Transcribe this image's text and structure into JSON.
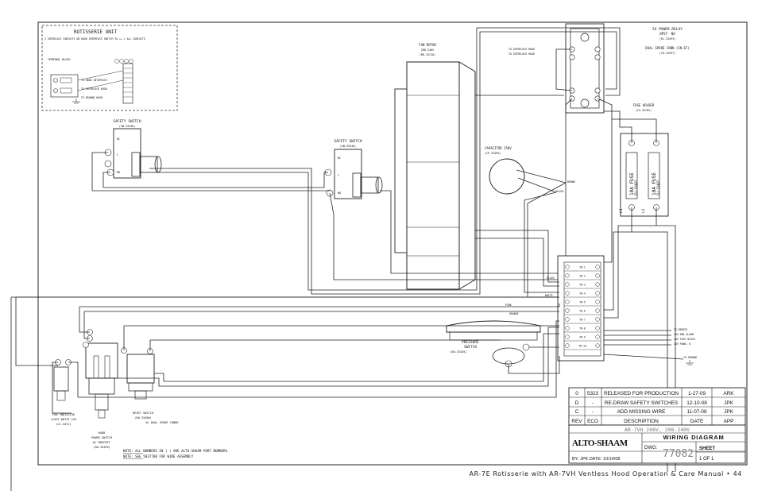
{
  "rotisserie": {
    "unit_title": "ROTISSERIE UNIT",
    "note": "2 INTERLOCK CONTACTS ON HOOD INTERFACE SWITCH TO ++ 1 ALL CONTACTS",
    "terminal_label": "TERMINAL BLOCK",
    "terminal_lines": [
      "TO HOOD INTERFACE",
      "TO INTERLOCK HOOD",
      "TO GROUND HOOD"
    ]
  },
  "safety_switch_1": {
    "title": "SAFETY SWITCH",
    "part": "(SW-33340)",
    "labels": [
      "NC",
      "C",
      "NO"
    ]
  },
  "safety_switch_2": {
    "title": "SAFETY SWITCH",
    "part": "(SW-33340)",
    "labels": [
      "NC",
      "C",
      "NO"
    ]
  },
  "fan_motor": {
    "title": "FAN MOTOR",
    "part1": "208-240V",
    "part2": "(MO-33726)"
  },
  "capacitor": {
    "title": "CAPACITOR 250V",
    "part": "(CP-33496)",
    "wire_labels": [
      "BROWN",
      "BLACK"
    ]
  },
  "relay": {
    "title": "24 POWER RELAY",
    "sub": "DPST- NO",
    "part": "(RL-33493)",
    "spare": "DUAL SPARE CONN (CN-67)",
    "spare_part": "(CR-33497)",
    "left_note_1": "TO INTERLOCK HOOD",
    "left_note_2": "TO INTERLOCK HOOD"
  },
  "fuse_holder": {
    "title": "FUSE HOLDER",
    "part": "(FS-33782)",
    "fuse_1": "10A FUSE",
    "fuse_1_part": "FU-33487",
    "fuse_2": "10A FUSE",
    "fuse_2_part": "FU-33487",
    "lead_1": "L1",
    "lead_2": "L2"
  },
  "terminal_block": {
    "rows": [
      "TB-1",
      "TB-2",
      "TB-3",
      "TB-4",
      "TB-5",
      "TB-6",
      "TB-7",
      "TB-8",
      "TB-9",
      "TB-10"
    ],
    "wire_labels": [
      "BLACK",
      "WHITE",
      "PINK",
      "ORANGE"
    ],
    "right_notes": [
      "TO REMOTE",
      "24V AND ALARM",
      "24V FACE BLOCK",
      "24V PANEL 0",
      "TO GROUND"
    ]
  },
  "pressure_switch": {
    "title": "PRESSURE",
    "sub": "SWITCH",
    "part": "(SW-33345)"
  },
  "fan_indicator": {
    "line1": "FAN INDICATOR",
    "line2": "LIGHT WHITE 24V",
    "part": "(LI-3472)"
  },
  "hood_power_switch": {
    "line1": "HOOD",
    "line2": "POWER SWITCH",
    "line3": "W/ BRACKET",
    "part": "(SW-33499)"
  },
  "reset_switch": {
    "line1": "RESET SWITCH",
    "part": "(SW-33480)",
    "spare": "W/ DUAL SPARE CONNS"
  },
  "ground_label": "GROUND",
  "notes": [
    "NOTE: ALL NUMBERS IN ( ) ARE ALTO-SHAAM PART NUMBERS",
    "NOTE: SEE 5037708 FOR WIRE ASSEMBLY"
  ],
  "revisions": [
    {
      "rev": "0",
      "eco": "5323",
      "description": "RELEASED FOR PRODUCTION",
      "date": "1-27-09",
      "app": "ARK"
    },
    {
      "rev": "D",
      "eco": "-",
      "description": "RE-DRAW SAFETY SWITCHES",
      "date": "12-10-08",
      "app": "JPK"
    },
    {
      "rev": "C",
      "eco": "-",
      "description": "ADD MISSING WIRE",
      "date": "11-07-08",
      "app": "JPK"
    }
  ],
  "revision_headers": {
    "rev": "REV",
    "eco": "ECO",
    "description": "DESCRIPTION",
    "date": "DATE",
    "app": "APP"
  },
  "title_block": {
    "model": "AR-7VH 208V, 208-240V",
    "brand": "ALTO-SHAAM",
    "diagram_title": "WIRING DIAGRAM",
    "dwg_label": "DWG:",
    "dwg_number": "77082",
    "by": "BY: JPK DATE: 10/14/08",
    "sheet_label": "SHEET",
    "sheet_value": "1 OF 1"
  },
  "footer": "AR-7E Rotisserie with AR-7VH Ventless Hood Operation & Care Manual • 44"
}
